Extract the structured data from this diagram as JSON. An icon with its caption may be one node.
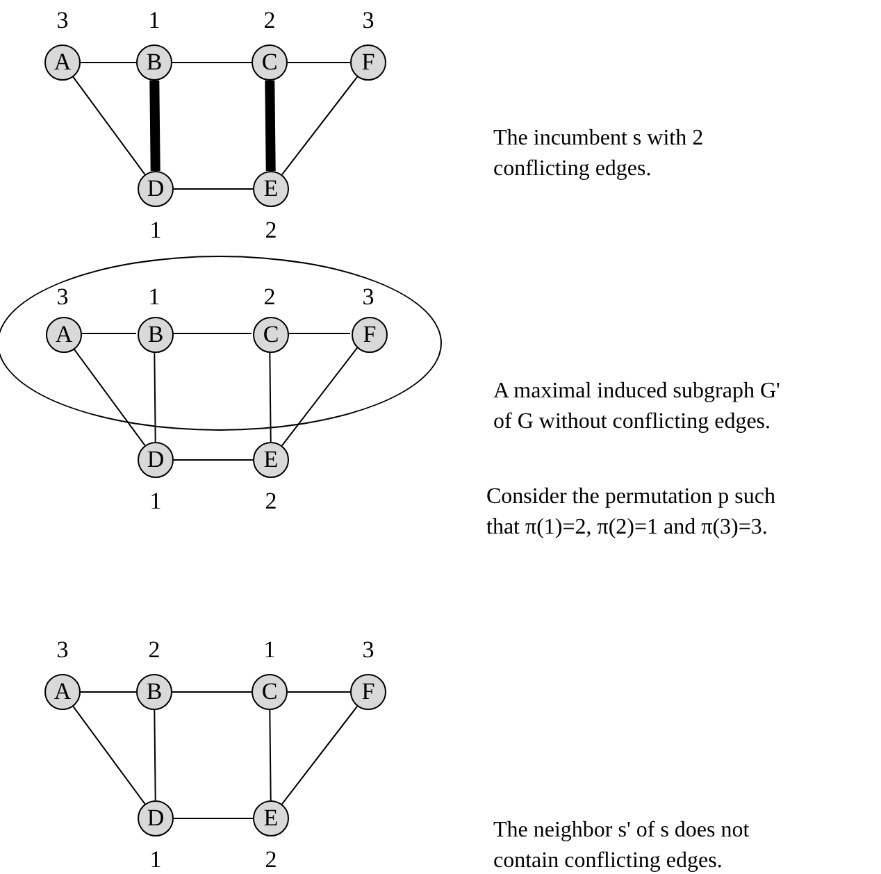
{
  "diagram": {
    "nodes": [
      {
        "text": [
          "A"
        ],
        "beside": [
          "3"
        ]
      },
      {
        "text": [
          "B"
        ],
        "beside": [
          "1"
        ]
      },
      {
        "text": [
          "C"
        ],
        "beside": [
          "2"
        ]
      },
      {
        "text": [
          "F"
        ],
        "beside": [
          "3"
        ]
      },
      {
        "text": [
          "D"
        ],
        "beside": [
          "1"
        ]
      },
      {
        "text": [
          "E"
        ],
        "beside": [
          "2"
        ]
      },
      {
        "text": [],
        "shape": "ellipse"
      },
      {
        "text": [
          "A"
        ],
        "beside": [
          "3"
        ],
        "in": 6
      },
      {
        "text": [
          "B"
        ],
        "beside": [
          "1"
        ],
        "in": 6
      },
      {
        "text": [
          "C"
        ],
        "beside": [
          "2"
        ],
        "in": 6
      },
      {
        "text": [
          "F"
        ],
        "beside": [
          "3"
        ],
        "in": 6
      },
      {
        "text": [
          "D"
        ],
        "beside": [
          "1"
        ]
      },
      {
        "text": [
          "E"
        ],
        "beside": [
          "2"
        ]
      },
      {
        "text": [
          "A"
        ],
        "beside": [
          "3"
        ]
      },
      {
        "text": [
          "B"
        ],
        "beside": [
          "2"
        ]
      },
      {
        "text": [
          "C"
        ],
        "beside": [
          "1"
        ]
      },
      {
        "text": [
          "F"
        ],
        "beside": [
          "3"
        ]
      },
      {
        "text": [
          "D"
        ],
        "beside": [
          "1"
        ]
      },
      {
        "text": [
          "E"
        ],
        "beside": [
          "2"
        ]
      }
    ],
    "edges": [
      {
        "from": 0,
        "to": 1,
        "arrow": "none"
      },
      {
        "from": 1,
        "to": 2,
        "arrow": "none"
      },
      {
        "from": 2,
        "to": 3,
        "arrow": "none"
      },
      {
        "from": 0,
        "to": 4,
        "arrow": "none"
      },
      {
        "from": 1,
        "to": 4,
        "arrow": "none",
        "style": "thick"
      },
      {
        "from": 2,
        "to": 5,
        "arrow": "none",
        "style": "thick"
      },
      {
        "from": 3,
        "to": 5,
        "arrow": "none"
      },
      {
        "from": 4,
        "to": 5,
        "arrow": "none"
      },
      {
        "from": 7,
        "to": 8,
        "arrow": "none"
      },
      {
        "from": 8,
        "to": 9,
        "arrow": "none"
      },
      {
        "from": 9,
        "to": 10,
        "arrow": "none"
      },
      {
        "from": 7,
        "to": 11,
        "arrow": "none"
      },
      {
        "from": 8,
        "to": 11,
        "arrow": "none"
      },
      {
        "from": 9,
        "to": 12,
        "arrow": "none"
      },
      {
        "from": 10,
        "to": 12,
        "arrow": "none"
      },
      {
        "from": 11,
        "to": 12,
        "arrow": "none"
      },
      {
        "from": 13,
        "to": 14,
        "arrow": "none"
      },
      {
        "from": 14,
        "to": 15,
        "arrow": "none"
      },
      {
        "from": 15,
        "to": 16,
        "arrow": "none"
      },
      {
        "from": 13,
        "to": 17,
        "arrow": "none"
      },
      {
        "from": 14,
        "to": 17,
        "arrow": "none"
      },
      {
        "from": 15,
        "to": 18,
        "arrow": "none"
      },
      {
        "from": 16,
        "to": 18,
        "arrow": "none"
      },
      {
        "from": 17,
        "to": 18,
        "arrow": "none"
      }
    ],
    "labels": [
      "The incumbent s with 2 conflicting edges.",
      "A maximal induced subgraph G' of G without conflicting edges.",
      "Consider the permutation p such that π(1)=2, π(2)=1 and π(3)=3.",
      "The neighbor s' of s does not contain conflicting edges."
    ]
  }
}
